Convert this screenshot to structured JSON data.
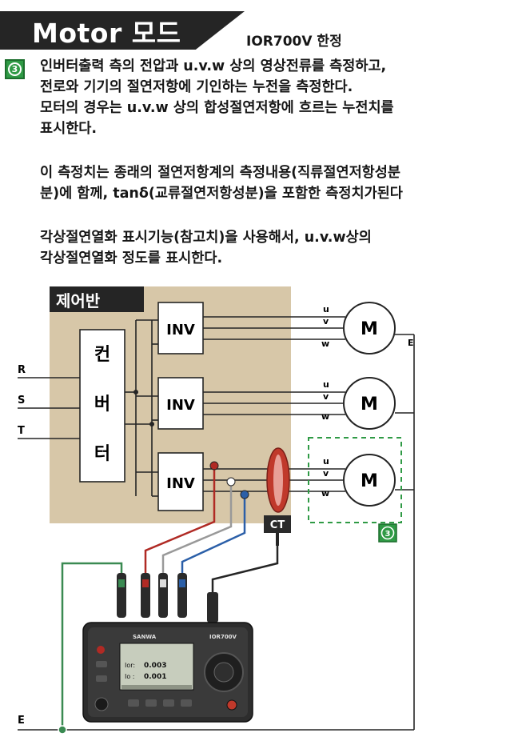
{
  "header": {
    "title": "Motor 모드",
    "model_note": "IOR700V 한정"
  },
  "step_number": "3",
  "paragraphs": {
    "p1": [
      "인버터출력 측의 전압과 u.v.w 상의 영상전류를 측정하고,",
      "전로와 기기의 절연저항에 기인하는 누전을 측정한다.",
      "모터의 경우는 u.v.w 상의 합성절연저항에 흐르는 누전치를",
      "표시한다."
    ],
    "p2": [
      "이 측정치는 종래의 절연저항계의 측정내용(직류절연저항성분",
      "분)에 함께, tanδ(교류절연저항성분)을 포함한 측정치가된다"
    ],
    "p3": [
      "각상절연열화 표시기능(참고치)을 사용해서, u.v.w상의",
      "각상절연열화 정도를 표시한다."
    ]
  },
  "diagram": {
    "panel_label": "제어반",
    "converter_chars": [
      "컨",
      "버",
      "터"
    ],
    "inv_label": "INV",
    "motor_label": "M",
    "phase_labels": [
      "u",
      "v",
      "w"
    ],
    "input_lines": [
      "R",
      "S",
      "T"
    ],
    "earth_label": "E",
    "earth_label_right": "E",
    "ct_label": "CT",
    "step_badge": "3",
    "device": {
      "brand": "SANWA",
      "model": "IOR700V",
      "readings": [
        "0.003",
        "0.001"
      ],
      "reading_prefixes": [
        "Ior:",
        "Io :"
      ]
    }
  },
  "colors": {
    "panel_fill": "#d7c7a8",
    "dark": "#252525",
    "accent_green": "#2f9a45",
    "lead_red": "#b02a24",
    "lead_blue": "#2b5fa8",
    "lead_green": "#3a8a52",
    "ct_red": "#c0392b"
  }
}
